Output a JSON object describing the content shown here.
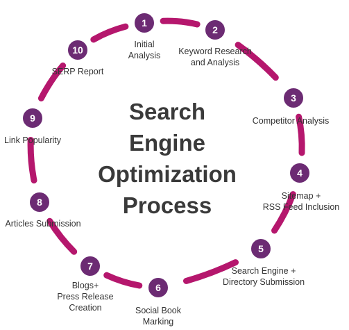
{
  "title_lines": [
    "Search",
    "Engine",
    "Optimization",
    "Process"
  ],
  "steps": [
    {
      "number": "1",
      "lines": [
        "Initial",
        "Analysis"
      ]
    },
    {
      "number": "2",
      "lines": [
        "Keyword Research",
        "and Analysis"
      ]
    },
    {
      "number": "3",
      "lines": [
        "Competitor Analysis"
      ]
    },
    {
      "number": "4",
      "lines": [
        "Sitemap +",
        "RSS Feed Inclusion"
      ]
    },
    {
      "number": "5",
      "lines": [
        "Search Engine +",
        "Directory Submission"
      ]
    },
    {
      "number": "6",
      "lines": [
        "Social Book",
        "Marking"
      ]
    },
    {
      "number": "7",
      "lines": [
        "Blogs+",
        "Press Release",
        "Creation"
      ]
    },
    {
      "number": "8",
      "lines": [
        "Articles Submission"
      ]
    },
    {
      "number": "9",
      "lines": [
        "Link Popularity"
      ]
    },
    {
      "number": "10",
      "lines": [
        "SERP Report"
      ]
    }
  ],
  "colors": {
    "ring": "#b5176d",
    "node": "#6c2b73",
    "title": "#3a3a3a",
    "label": "#333333"
  }
}
